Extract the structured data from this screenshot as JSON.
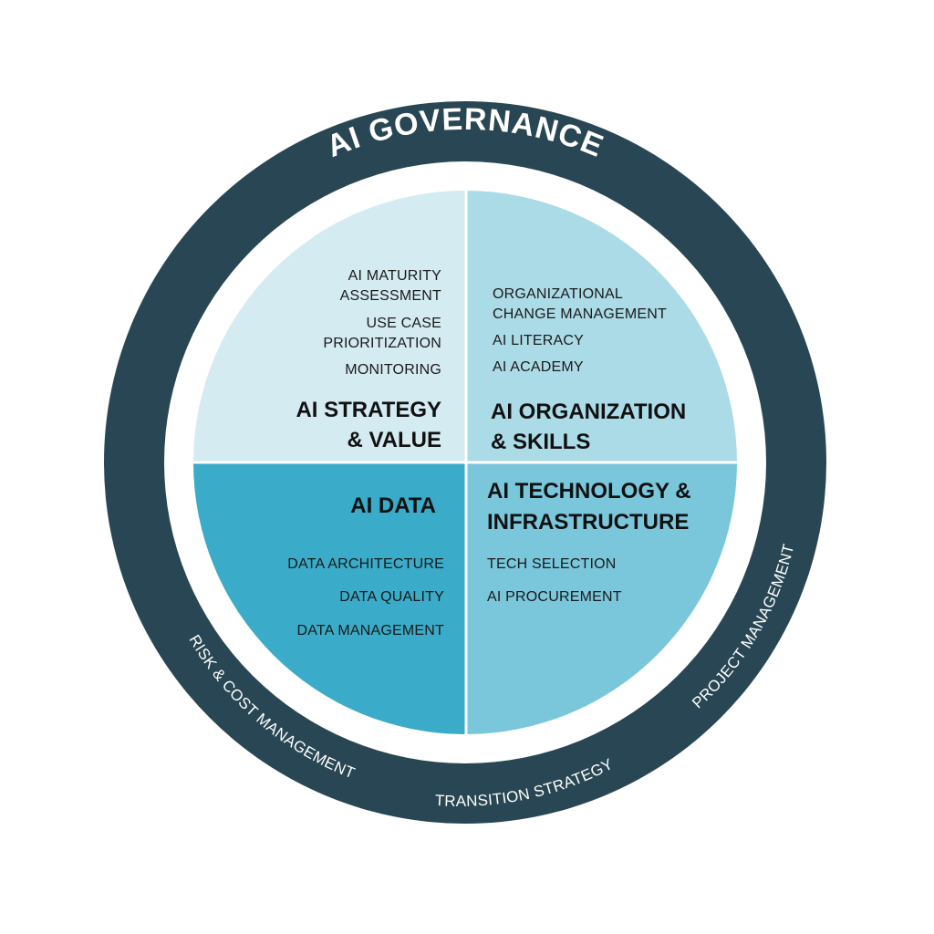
{
  "governance": {
    "title": "AI GOVERNANCE",
    "ring_labels": {
      "left": "RISK & COST MANAGEMENT",
      "bottom": "TRANSITION STRATEGY",
      "right": "PROJECT MANAGEMENT"
    }
  },
  "quadrants": {
    "strategy": {
      "title_lines": [
        "AI STRATEGY",
        "& VALUE"
      ],
      "items": [
        "AI MATURITY",
        "ASSESSMENT",
        "USE CASE",
        "PRIORITIZATION",
        "MONITORING"
      ],
      "color": "#d4ebf2"
    },
    "organization": {
      "title_lines": [
        "AI ORGANIZATION",
        "& SKILLS"
      ],
      "items": [
        "ORGANIZATIONAL",
        "CHANGE MANAGEMENT",
        "AI LITERACY",
        "AI ACADEMY"
      ],
      "color": "#acdbe8"
    },
    "data": {
      "title_lines": [
        "AI DATA"
      ],
      "items": [
        "DATA ARCHITECTURE",
        "DATA QUALITY",
        "DATA MANAGEMENT"
      ],
      "color": "#3aabc8"
    },
    "technology": {
      "title_lines": [
        "AI TECHNOLOGY &",
        "INFRASTRUCTURE"
      ],
      "items": [
        "TECH SELECTION",
        "AI PROCUREMENT"
      ],
      "color": "#7ac6db"
    }
  },
  "colors": {
    "ring": "#284653",
    "divider": "#ffffff"
  }
}
